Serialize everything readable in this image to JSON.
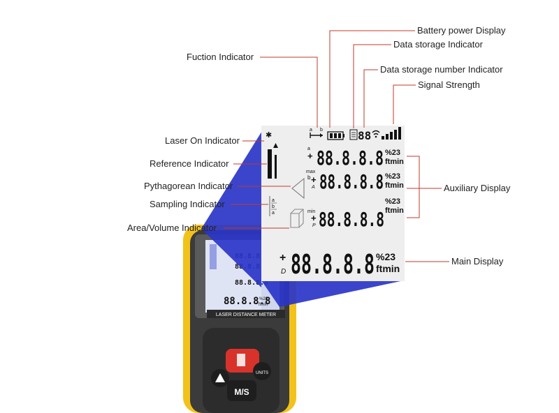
{
  "colors": {
    "leader": "#c0392b",
    "beam": "#2a35c8",
    "device_body": "#f2c21a",
    "device_panel": "#3b3b3b",
    "lcd_bg": "#eeeeee",
    "key_red": "#d8332a"
  },
  "labels": {
    "battery": "Battery power Display",
    "data_storage": "Data storage Indicator",
    "storage_number": "Data storage number Indicator",
    "signal": "Signal Strength",
    "function": "Fuction Indicator",
    "laser_on": "Laser On Indicator",
    "reference": "Reference Indicator",
    "pythagorean": "Pythagorean Indicator",
    "sampling": "Sampling Indicator",
    "area_volume": "Area/Volume Indicator",
    "auxiliary": "Auxiliary Display",
    "main_display": "Main Display"
  },
  "lcd": {
    "digits": "88.8.8.8",
    "storage_digits": "88",
    "pct": "%23",
    "ftmin": "ftmin",
    "plus": "+",
    "a": "a",
    "b": "b",
    "max": "max",
    "min": "min",
    "A": "A",
    "P": "P",
    "D": "D"
  },
  "device": {
    "brand_strip": "LASER DISTANCE METER",
    "ms_key": "M/S",
    "units_key": "UNITS",
    "mini_digits": "88.8.8.8",
    "mini_pct": "%23",
    "mini_ftmin": "ftmin"
  }
}
